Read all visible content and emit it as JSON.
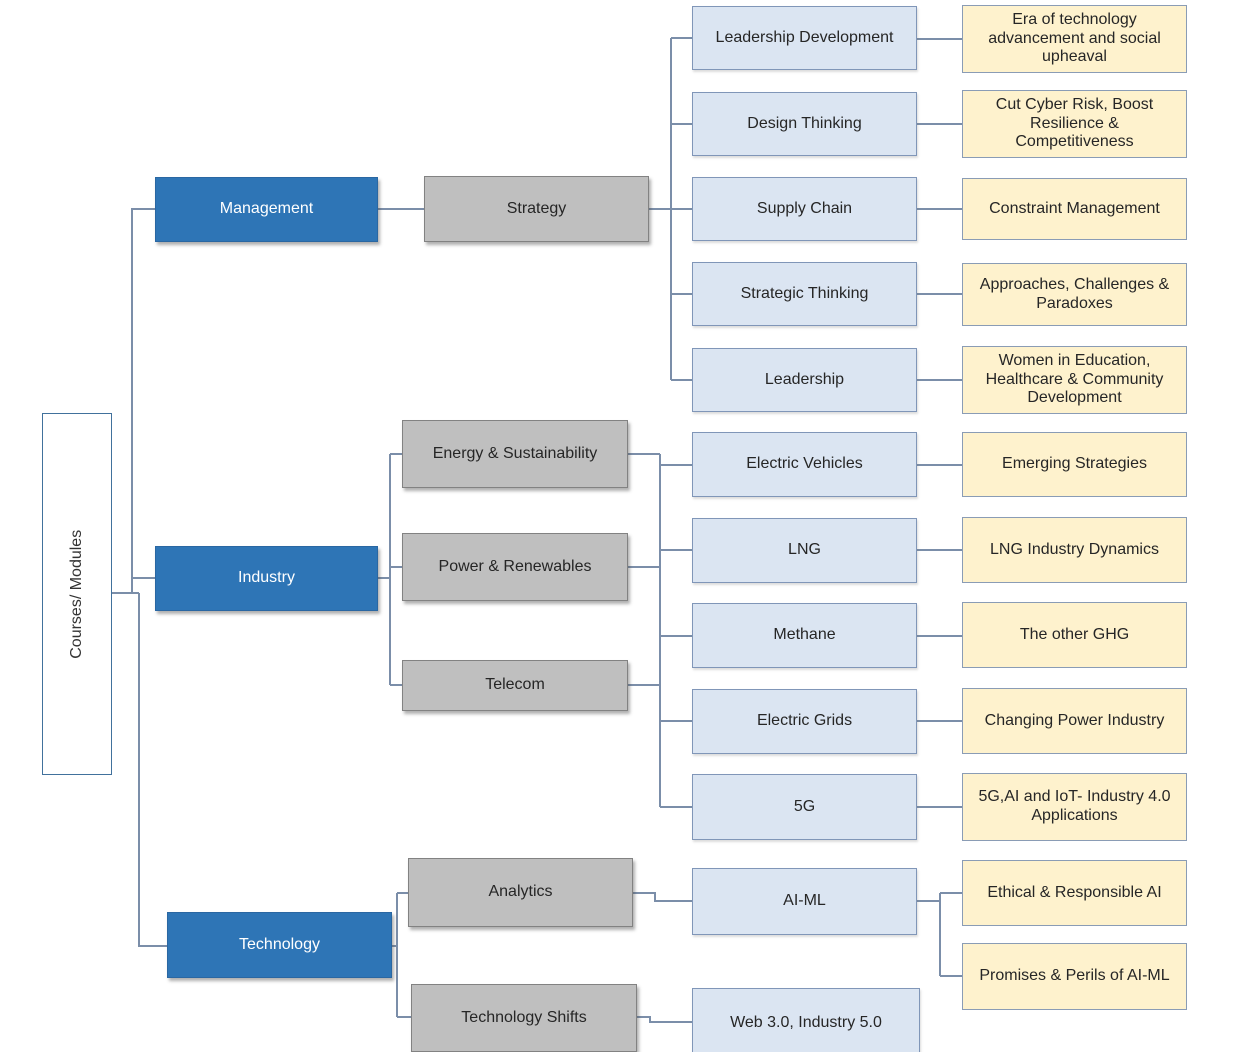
{
  "diagram": {
    "type": "hierarchy-tree",
    "root_label": "Courses/ Modules",
    "colors": {
      "category_fill": "#2e75b6",
      "category_text": "#ffffff",
      "subcategory_fill": "#bfbfbf",
      "module_fill": "#dbe5f2",
      "description_fill": "#fef2cd",
      "connector": "#7b8ea9",
      "root_border": "#41719c"
    },
    "level1": {
      "management": "Management",
      "industry": "Industry",
      "technology": "Technology"
    },
    "level2": {
      "strategy": "Strategy",
      "energy": "Energy & Sustainability",
      "power": "Power & Renewables",
      "telecom": "Telecom",
      "analytics": "Analytics",
      "tech_shifts": "Technology  Shifts"
    },
    "modules": {
      "leadership_development": {
        "label": "Leadership Development",
        "description": "Era of technology advancement  and social upheaval"
      },
      "design_thinking": {
        "label": "Design Thinking",
        "description": "Cut Cyber Risk, Boost Resilience & Competitiveness"
      },
      "supply_chain": {
        "label": "Supply Chain",
        "description": "Constraint Management"
      },
      "strategic_thinking": {
        "label": "Strategic Thinking",
        "description": "Approaches, Challenges & Paradoxes"
      },
      "leadership": {
        "label": "Leadership",
        "description": "Women in Education, Healthcare & Community Development"
      },
      "electric_vehicles": {
        "label": "Electric Vehicles",
        "description": "Emerging Strategies"
      },
      "lng": {
        "label": "LNG",
        "description": "LNG Industry  Dynamics"
      },
      "methane": {
        "label": "Methane",
        "description": "The other GHG"
      },
      "electric_grids": {
        "label": "Electric Grids",
        "description": "Changing Power Industry"
      },
      "five_g": {
        "label": "5G",
        "description": "5G,AI and IoT- Industry 4.0 Applications"
      },
      "ai_ml": {
        "label": "AI-ML",
        "descriptions": [
          "Ethical & Responsible AI",
          "Promises & Perils of AI-ML"
        ]
      },
      "web3": {
        "label": "Web 3.0, Industry  5.0"
      }
    }
  }
}
